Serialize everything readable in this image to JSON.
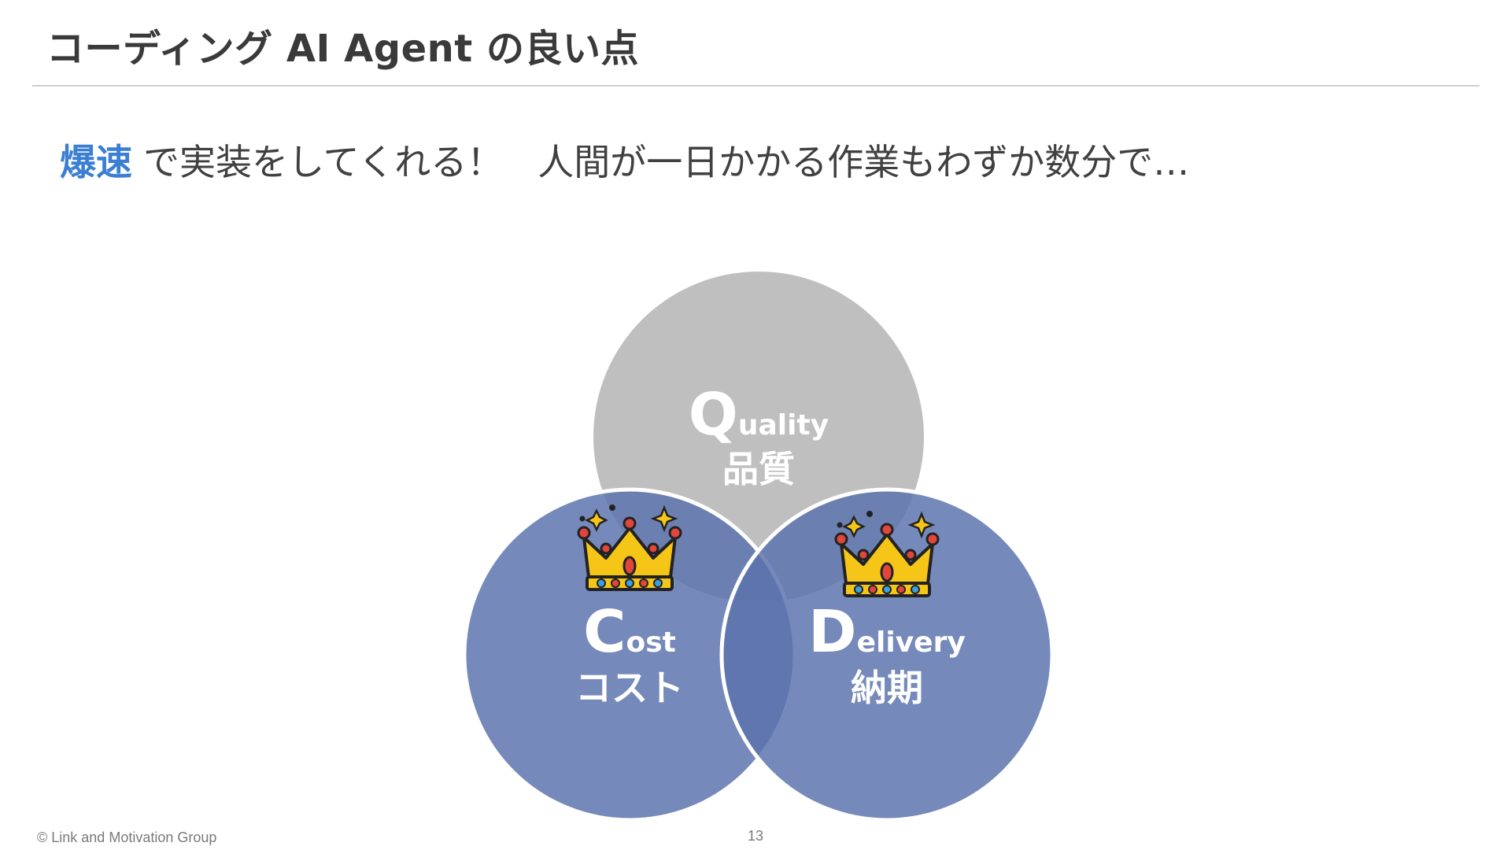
{
  "slide": {
    "title": "コーディング AI Agent の良い点",
    "lead_accent": "爆速",
    "lead_part1": "で実装をしてくれる！",
    "lead_part2": "人間が一日かかる作業もわずか数分で…"
  },
  "venn": {
    "quality": {
      "initial": "Q",
      "rest": "uality",
      "jp": "品質",
      "color": "#bfbfbf"
    },
    "cost": {
      "initial": "C",
      "rest": "ost",
      "jp": "コスト",
      "color": "#5a72ad"
    },
    "delivery": {
      "initial": "D",
      "rest": "elivery",
      "jp": "納期",
      "color": "#5a72ad"
    },
    "badge_icon": "crown-icon"
  },
  "footer": {
    "copyright": "© Link and Motivation Group",
    "page_number": "13"
  }
}
